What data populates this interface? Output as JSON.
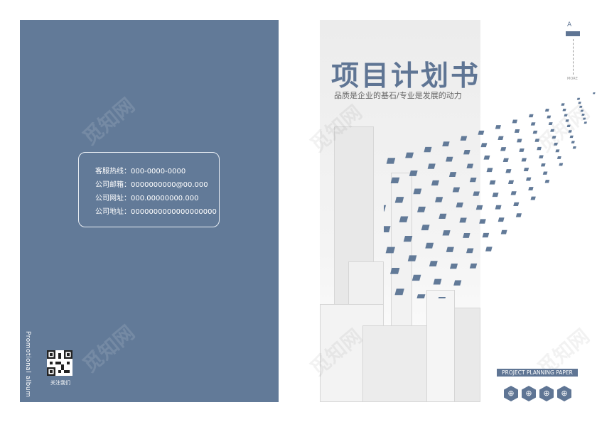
{
  "back_cover": {
    "contact": [
      {
        "label": "客服热线：",
        "value": "000-0000-0000"
      },
      {
        "label": "公司邮箱：",
        "value": "0000000000@00.000"
      },
      {
        "label": "公司网址：",
        "value": "000.00000000.000"
      },
      {
        "label": "公司地址：",
        "value": "0000000000000000000"
      }
    ],
    "vertical_text": "Promotional album",
    "qr_caption": "关注我们"
  },
  "front_cover": {
    "title": "项目计划书",
    "subtitle": "品质是企业的基石/专业是发展的动力",
    "side_letter": "A",
    "side_more": "MORE",
    "badge": "PROJECT PLANNING PAPER",
    "icons": [
      "globe-icon",
      "globe-icon",
      "globe-icon",
      "globe-icon"
    ]
  },
  "watermark": "觅知网",
  "colors": {
    "accent": "#627a98",
    "title": "#5f7594"
  }
}
